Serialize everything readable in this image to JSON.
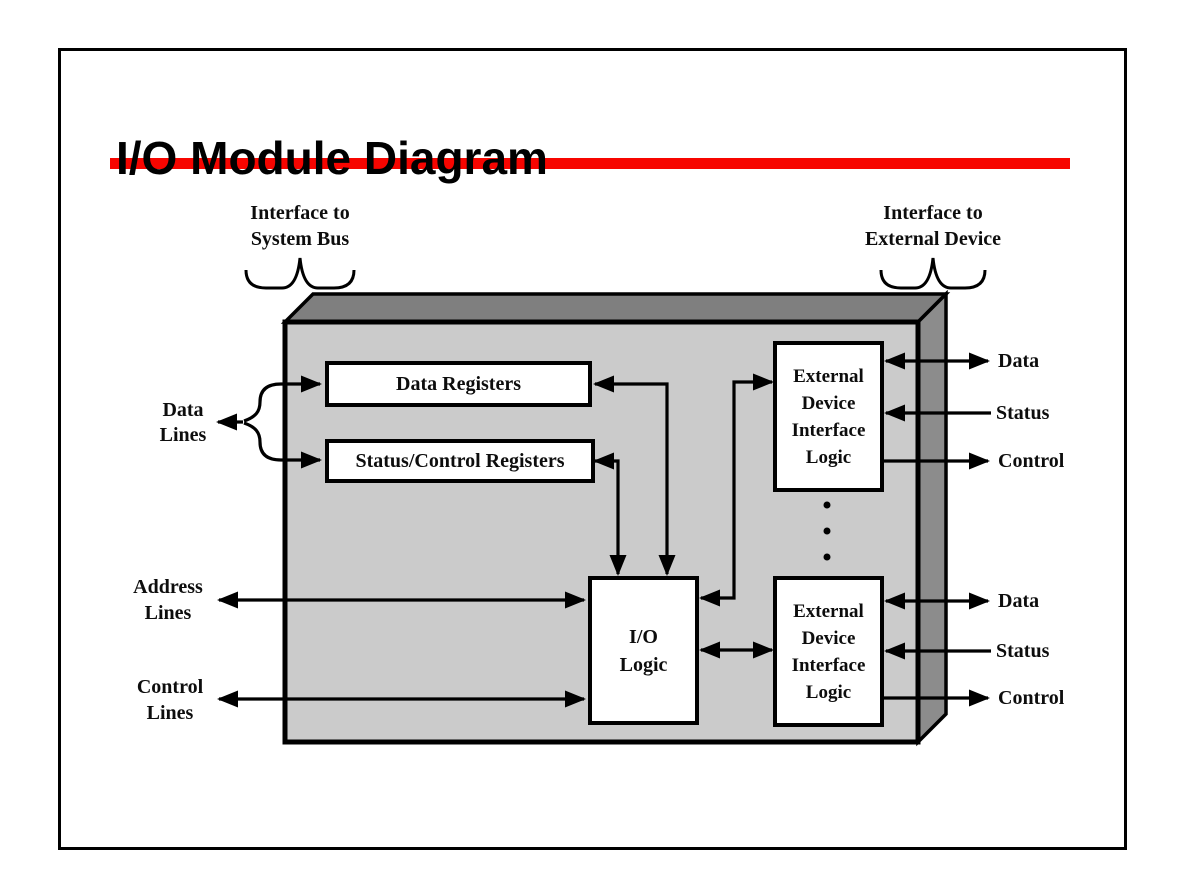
{
  "slide": {
    "title": "I/O Module Diagram",
    "accent_color": "#f70500"
  },
  "module": {
    "front_color": "#cbcbcb",
    "top_color": "#7f7f7f",
    "side_color": "#8c8c8c",
    "line_color": "#000000"
  },
  "bus_labels": {
    "interface_system_bus": "Interface to\nSystem Bus",
    "interface_external_device": "Interface to\nExternal Device"
  },
  "left_labels": {
    "data_lines": "Data\nLines",
    "address_lines": "Address\nLines",
    "control_lines": "Control\nLines"
  },
  "blocks": {
    "data_registers": "Data Registers",
    "status_control_registers": "Status/Control Registers",
    "io_logic": "I/O\nLogic",
    "external_device_interface_top": "External\nDevice\nInterface\nLogic",
    "external_device_interface_bottom": "External\nDevice\nInterface\nLogic"
  },
  "device_ports": {
    "top": {
      "data": "Data",
      "status": "Status",
      "control": "Control"
    },
    "bottom": {
      "data": "Data",
      "status": "Status",
      "control": "Control"
    }
  }
}
